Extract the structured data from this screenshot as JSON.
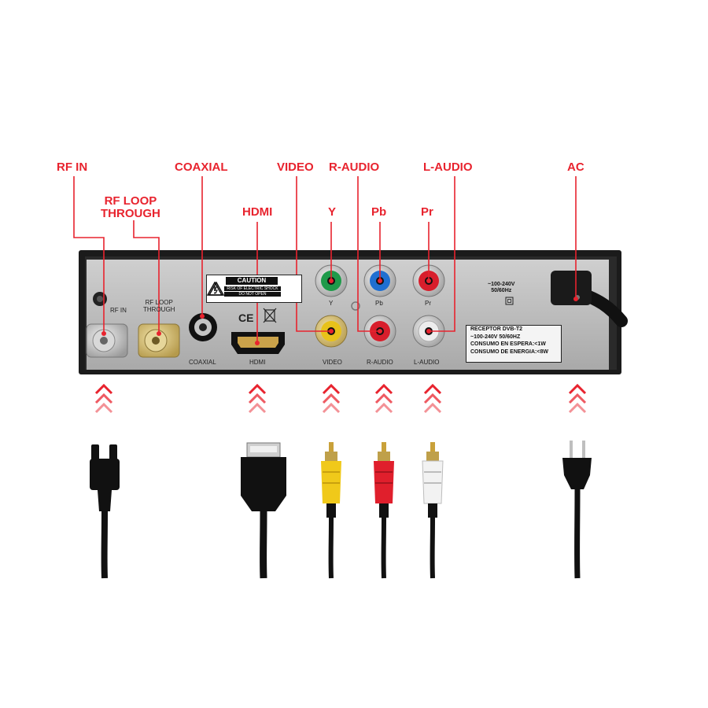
{
  "callouts": {
    "rf_in": "RF IN",
    "rf_loop_through": [
      "RF LOOP",
      "THROUGH"
    ],
    "coaxial": "COAXIAL",
    "hdmi": "HDMI",
    "video": "VIDEO",
    "r_audio": "R-AUDIO",
    "l_audio": "L-AUDIO",
    "y": "Y",
    "pb": "Pb",
    "pr": "Pr",
    "ac": "AC"
  },
  "panel_labels": {
    "rf_in": "RF IN",
    "rf_loop": [
      "RF LOOP",
      "THROUGH"
    ],
    "coaxial": "COAXIAL",
    "hdmi": "HDMI",
    "video": "VIDEO",
    "r_audio": "R-AUDIO",
    "l_audio": "L-AUDIO",
    "y": "Y",
    "pb": "Pb",
    "pr": "Pr"
  },
  "caution": {
    "title": "CAUTION",
    "line1": "RISK OF ELECTRIC SHOCK",
    "line2": "DO NOT OPEN"
  },
  "power_spec": [
    "~100-240V",
    "50/60Hz"
  ],
  "spec_box": [
    "RECEPTOR DVB-T2",
    "~100-240V 50/60HZ",
    "CONSUMO EN ESPERA:<1W",
    "CONSUMO DE ENERGIA:<8W"
  ],
  "ce_mark": "CE",
  "colors": {
    "callout": "#e8232e",
    "panel": "#bdbdbd",
    "chassis": "#1b1b1b",
    "y_ring": "#1f9a4a",
    "pb_ring": "#1f6fd1",
    "pr_ring": "#d81e2c",
    "video_ring": "#e8c21a",
    "raudio_ring": "#d81e2c",
    "laudio_ring": "#e6e6e6"
  }
}
